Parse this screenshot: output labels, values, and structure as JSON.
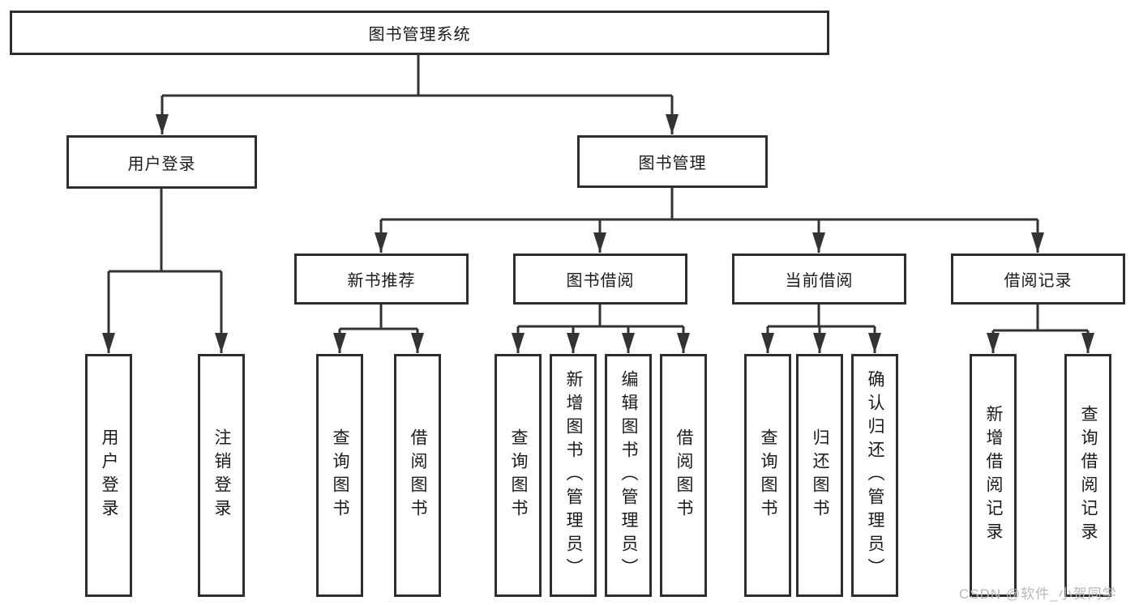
{
  "diagram": {
    "root": {
      "label": "图书管理系统"
    },
    "level1": [
      {
        "label": "用户登录"
      },
      {
        "label": "图书管理"
      }
    ],
    "level2": [
      {
        "label": "新书推荐"
      },
      {
        "label": "图书借阅"
      },
      {
        "label": "当前借阅"
      },
      {
        "label": "借阅记录"
      }
    ],
    "leaves": [
      {
        "label": "用户登录"
      },
      {
        "label": "注销登录"
      },
      {
        "label": "查询图书"
      },
      {
        "label": "借阅图书"
      },
      {
        "label": "查询图书"
      },
      {
        "label": "新增图书（管理员）"
      },
      {
        "label": "编辑图书（管理员）"
      },
      {
        "label": "借阅图书"
      },
      {
        "label": "查询图书"
      },
      {
        "label": "归还图书"
      },
      {
        "label": "确认归还（管理员）"
      },
      {
        "label": "新增借阅记录"
      },
      {
        "label": "查询借阅记录"
      }
    ],
    "watermark": "CSDN @软件_小贺同学",
    "colors": {
      "line": "#333333",
      "border": "#2e2e2e",
      "text": "#1a1a1a",
      "watermark": "#b8b8b8",
      "background": "#ffffff"
    }
  }
}
